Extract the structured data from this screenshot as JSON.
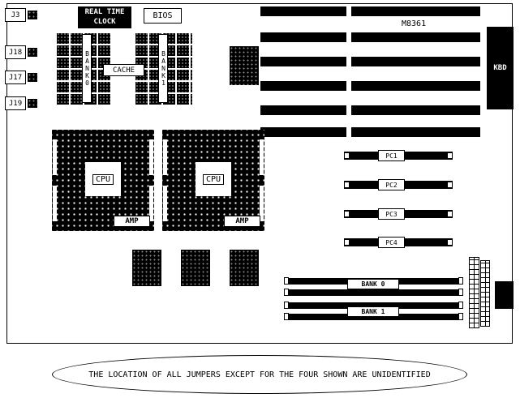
{
  "colors": {
    "ink": "#000000",
    "paper": "#ffffff"
  },
  "icons": {
    "jumper_pins": "dot-grid-chip",
    "ic_chip": "dot-grid-chip",
    "cpu_socket": "pin-grid-socket"
  },
  "board": {
    "jumpers": [
      "J3",
      "J18",
      "J17",
      "J19"
    ],
    "rtc_line1": "REAL TIME",
    "rtc_line2": "CLOCK",
    "bios": "BIOS",
    "cache": "CACHE",
    "bank_labels": [
      "BANK0",
      "BANK1"
    ],
    "chipset": "M8361",
    "kbd": "KBD",
    "cpu": "CPU",
    "amp": "AMP",
    "pc_slots": [
      "PC1",
      "PC2",
      "PC3",
      "PC4"
    ],
    "simm_banks": [
      "BANK 0",
      "BANK 1"
    ]
  },
  "note": {
    "text": "THE LOCATION OF ALL JUMPERS EXCEPT FOR THE FOUR SHOWN ARE UNIDENTIFIED"
  }
}
